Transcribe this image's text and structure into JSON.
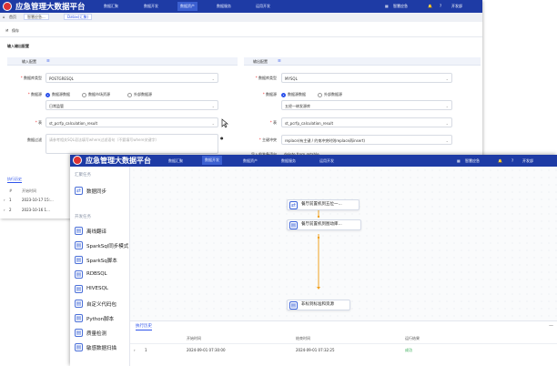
{
  "back_window": {
    "app_title": "应急管理大数据平台",
    "nav": [
      "数据汇聚",
      "数据开发",
      "数据资产",
      "数据服务",
      "运用开发"
    ],
    "nav_active_index": 2,
    "user": {
      "tenant": "智慧应急",
      "user_name": "开发部"
    },
    "breadcrumb": {
      "home": "首页",
      "tab1": "智慧应急...",
      "tab2": "Datax(汇聚)"
    },
    "save_label": "保存",
    "section_title": "输入输出配置",
    "input_header": "输入配置",
    "output_header": "输出配置",
    "input": {
      "db_type_label": "数据库类型",
      "db_type_value": "POSTGRESQL",
      "source_label": "数据源",
      "source_options": [
        "数据源数据",
        "数据市场资源",
        "外部数据源"
      ],
      "source_selected": 0,
      "source_value": "日常监管",
      "table_label": "表",
      "table_value": "st_pcrfp_calculation_result",
      "filter_label": "数据过滤",
      "filter_placeholder": "请参考相关SQL语法填写where过滤语句（不要填写where关键字）"
    },
    "output": {
      "db_type_label": "数据库类型",
      "db_type_value": "MYSQL",
      "source_label": "数据源",
      "source_options": [
        "数据源数据",
        "外部数据源"
      ],
      "source_selected": 0,
      "source_value": "五经一峡发源库",
      "table_label": "表",
      "table_value": "st_pcrfp_calculation_result",
      "pk_label": "主键冲突",
      "pk_value": "replace(有主键 / 约束冲突时则replace再insert)",
      "pre_sql_label": "导入前准备语句",
      "pre_sql_value": "delete from @table"
    },
    "history_tab": "执行历史",
    "history_col_id": "#",
    "history_col_time": "开始时间",
    "history_rows": [
      {
        "id": "1",
        "time": "2023-10-17 15:..."
      },
      {
        "id": "2",
        "time": "2023-10-16 1..."
      }
    ]
  },
  "front_window": {
    "app_title": "应急管理大数据平台",
    "nav": [
      "数据汇聚",
      "数据开发",
      "数据资产",
      "数据服务",
      "运用开发"
    ],
    "nav_active_index": 1,
    "user": {
      "tenant": "智慧应急",
      "user_name": "开发部"
    },
    "sidebar": {
      "group1": "汇聚任务",
      "group1_items": [
        {
          "label": "数据同步",
          "icon": "sync-icon"
        }
      ],
      "group2": "开发任务",
      "group2_items": [
        {
          "label": "离线翻译",
          "icon": "script-icon"
        },
        {
          "label": "SparkSql同步模式",
          "icon": "script-icon"
        },
        {
          "label": "SparkSq脚本",
          "icon": "script-icon"
        },
        {
          "label": "RDBSQL",
          "icon": "script-icon"
        },
        {
          "label": "HIVESQL",
          "icon": "script-icon"
        },
        {
          "label": "自定义代码包",
          "icon": "script-icon"
        },
        {
          "label": "Python脚本",
          "icon": "script-icon"
        },
        {
          "label": "质量检测",
          "icon": "script-icon"
        },
        {
          "label": "敏感数据扫描",
          "icon": "script-icon"
        }
      ]
    },
    "nodes": [
      {
        "label": "餐厅前置机到五位一...",
        "icon": "sync-icon"
      },
      {
        "label": "餐厅前置机到图动库...",
        "icon": "script-icon"
      },
      {
        "label": "非标到标准和资源",
        "icon": "script-icon"
      }
    ],
    "bottom": {
      "tab": "执行历史",
      "headers": [
        "开始时间",
        "结束时间",
        "运行结果"
      ],
      "rows": [
        {
          "id": "1",
          "start": "2024-09-01 07:30:00",
          "end": "2024-09-01 07:32:25",
          "result": "成功"
        }
      ]
    }
  },
  "colors": {
    "header": "#1e3ba5",
    "accent": "#2f54eb",
    "success": "#2fa84f",
    "edge": "#f0a020"
  }
}
